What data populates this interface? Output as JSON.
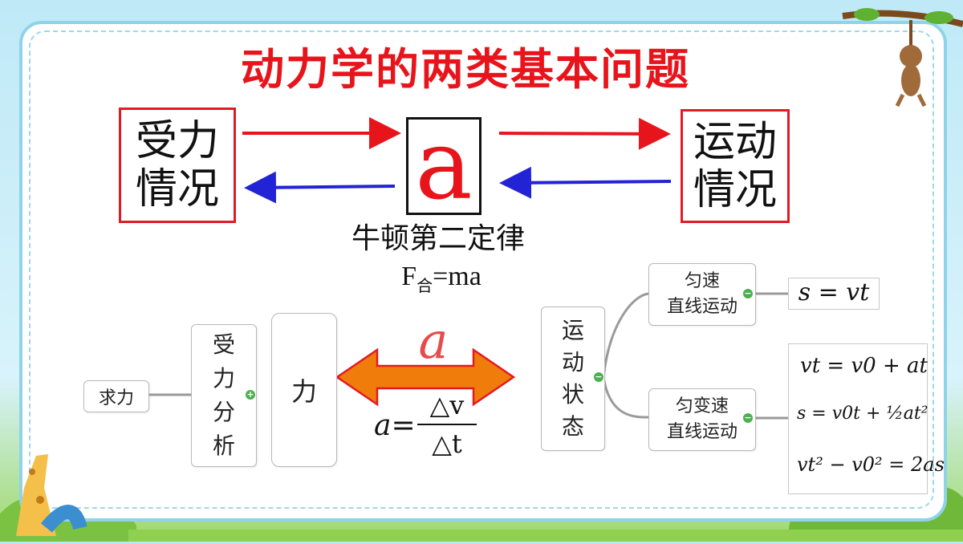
{
  "title": "动力学的两类基本问题",
  "left_box": [
    "受力",
    "情况"
  ],
  "center_symbol": "a",
  "right_box": [
    "运动",
    "情况"
  ],
  "law_label": "牛顿第二定律",
  "formula_fma": {
    "F": "F",
    "sub": "合",
    "rest": "=ma"
  },
  "mindmap": {
    "left_leaf": "求力",
    "force_analysis": [
      "受",
      "力",
      "分",
      "析"
    ],
    "force": "力",
    "motion_state": [
      "运",
      "动",
      "状",
      "态"
    ],
    "uniform": [
      "匀速",
      "直线运动"
    ],
    "uniform_accel": [
      "匀变速",
      "直线运动"
    ],
    "formula_uniform": "s = vt",
    "accel_symbol": "a",
    "accel_def": {
      "lhs": "a=",
      "num": "△v",
      "den": "△t"
    },
    "formulas_accel": [
      {
        "text": "vt = v0 + at"
      },
      {
        "text": "s = v0t + ½at²"
      },
      {
        "text": "vt² − v0² = 2as"
      }
    ]
  },
  "colors": {
    "title": "#e8141b",
    "red_arrow": "#e8141b",
    "blue_arrow": "#2323d6",
    "orange_arrow": "#f07c0c"
  }
}
